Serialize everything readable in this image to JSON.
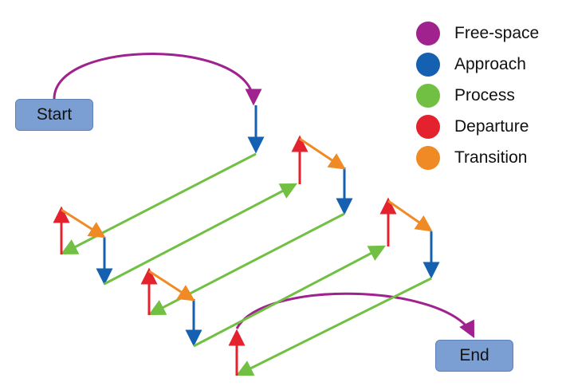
{
  "nodes": {
    "start": "Start",
    "end": "End"
  },
  "legend": [
    {
      "label": "Free-space",
      "color": "#a0228f"
    },
    {
      "label": "Approach",
      "color": "#1560b0"
    },
    {
      "label": "Process",
      "color": "#72c043"
    },
    {
      "label": "Departure",
      "color": "#e3222d"
    },
    {
      "label": "Transition",
      "color": "#f08a24"
    }
  ]
}
